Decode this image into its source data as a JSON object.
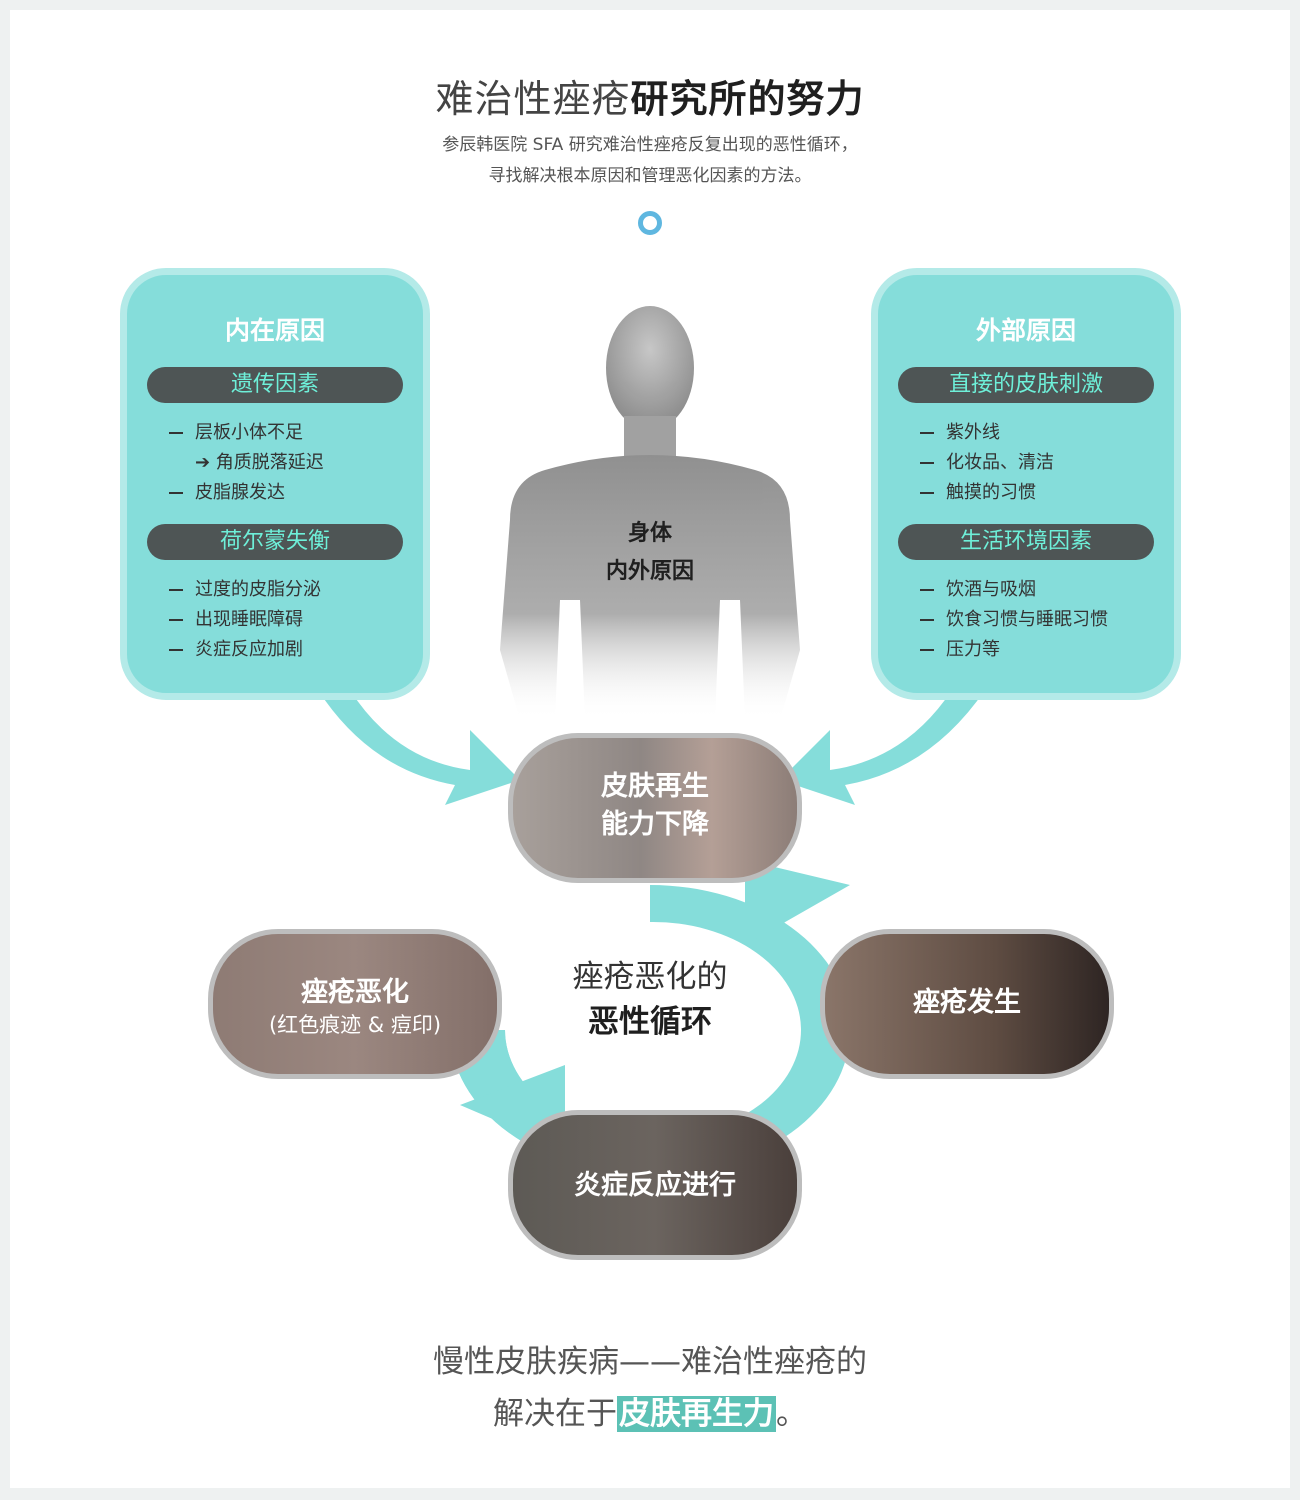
{
  "header": {
    "title_light": "难治性痤疮",
    "title_bold": "研究所的努力",
    "subtitle_line1": "参辰韩医院 SFA 研究难治性痤疮反复出现的恶性循环，",
    "subtitle_line2": "寻找解决根本原因和管理恶化因素的方法。"
  },
  "left_card": {
    "title": "内在原因",
    "section1": {
      "label": "遗传因素",
      "items": [
        "层板小体不足",
        "➔ 角质脱落延迟",
        "皮脂腺发达"
      ]
    },
    "section2": {
      "label": "荷尔蒙失衡",
      "items": [
        "过度的皮脂分泌",
        "出现睡眠障碍",
        "炎症反应加剧"
      ]
    }
  },
  "right_card": {
    "title": "外部原因",
    "section1": {
      "label": "直接的皮肤刺激",
      "items": [
        "紫外线",
        "化妆品、清洁",
        "触摸的习惯"
      ]
    },
    "section2": {
      "label": "生活环境因素",
      "items": [
        "饮酒与吸烟",
        "饮食习惯与睡眠习惯",
        "压力等"
      ]
    }
  },
  "body_figure": {
    "line1": "身体",
    "line2": "内外原因"
  },
  "cycle": {
    "center_line1": "痤疮恶化的",
    "center_line2": "恶性循环",
    "top": {
      "line1": "皮肤再生",
      "line2": "能力下降"
    },
    "right": {
      "line1": "痤疮发生"
    },
    "bottom": {
      "line1": "炎症反应进行"
    },
    "left": {
      "line1": "痤疮恶化",
      "line2": "(红色痕迹 & 痘印)"
    }
  },
  "footer": {
    "line1": "慢性皮肤疾病——难治性痤疮的",
    "line2_prefix": "解决在于",
    "line2_highlight": "皮肤再生力",
    "line2_suffix": "。"
  },
  "colors": {
    "teal": "#85ddda",
    "teal_dark": "#5cc1b5",
    "pill": "#4e5555",
    "pill_text": "#6ef0d9",
    "ring": "#5fb7e0"
  }
}
